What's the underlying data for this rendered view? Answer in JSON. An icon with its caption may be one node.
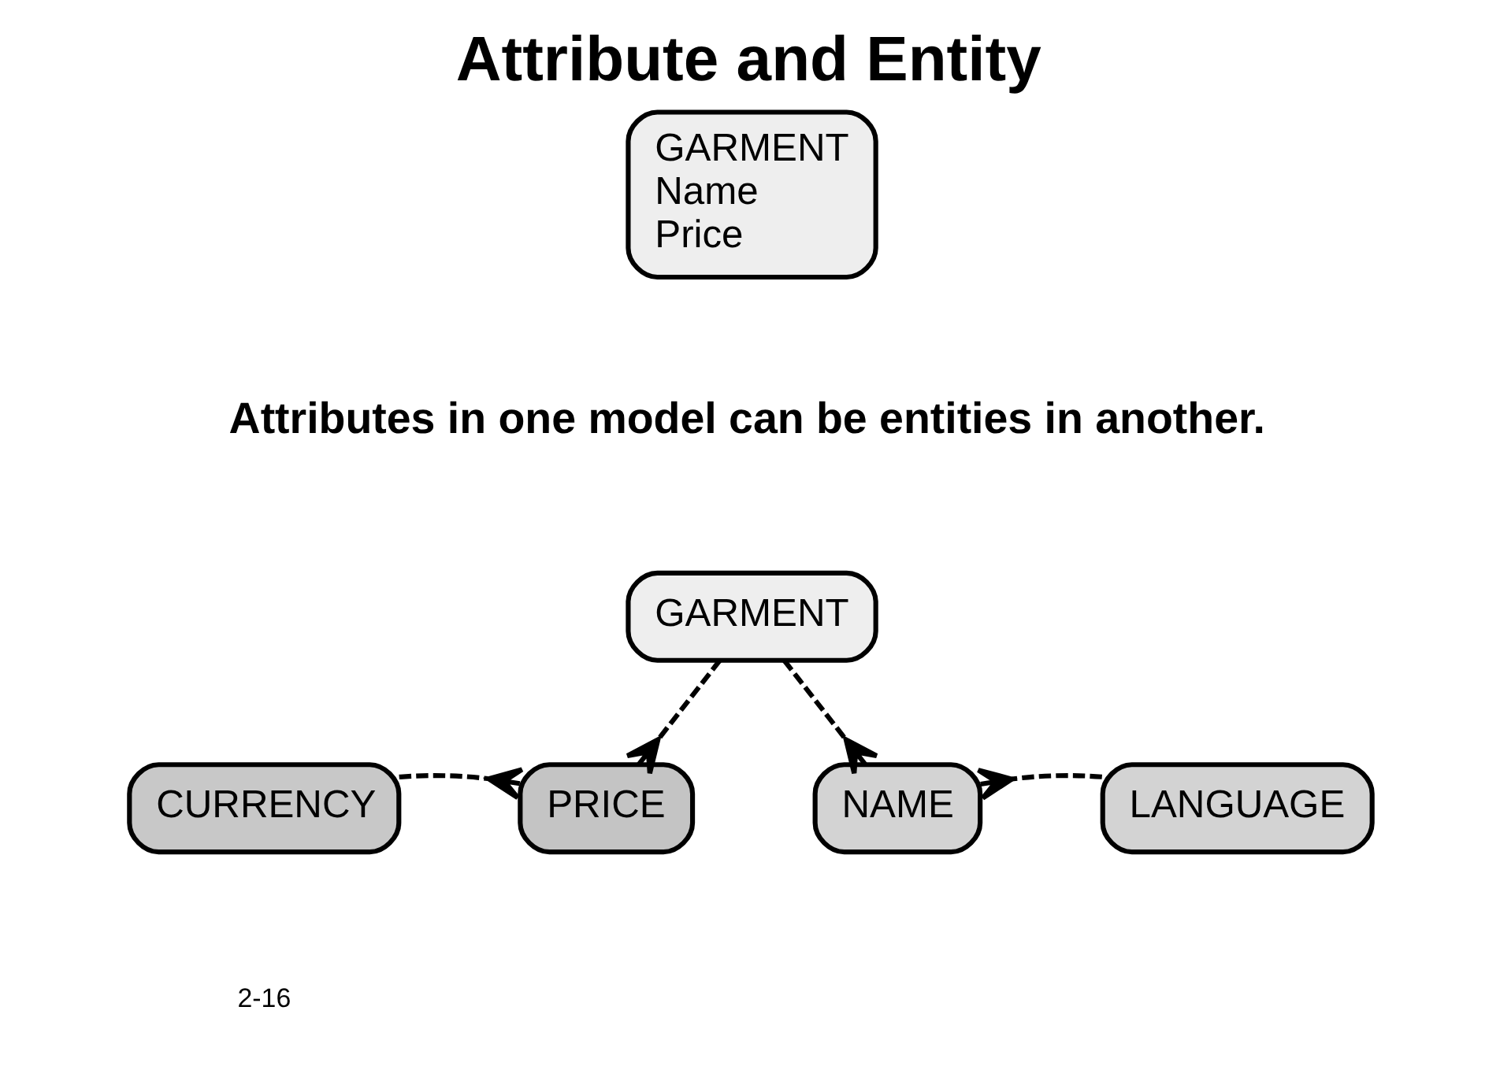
{
  "diagram": {
    "title": "Attribute and Entity",
    "nodes": [
      {
        "text": [
          "GARMENT",
          "Name",
          "Price"
        ]
      },
      {
        "text": [
          "GARMENT"
        ]
      },
      {
        "text": [
          "CURRENCY"
        ]
      },
      {
        "text": [
          "PRICE"
        ]
      },
      {
        "text": [
          "NAME"
        ]
      },
      {
        "text": [
          "LANGUAGE"
        ]
      }
    ],
    "edges": [
      {
        "from": 1,
        "to": 3,
        "arrow": "other",
        "style": "dashed"
      },
      {
        "from": 1,
        "to": 4,
        "arrow": "other",
        "style": "dashed"
      },
      {
        "from": 2,
        "to": 3,
        "arrow": "other",
        "style": "dashed"
      },
      {
        "from": 5,
        "to": 4,
        "arrow": "other",
        "style": "dashed"
      }
    ],
    "labels": [
      "Attributes in one model can be entities in another.",
      "2-16"
    ]
  }
}
